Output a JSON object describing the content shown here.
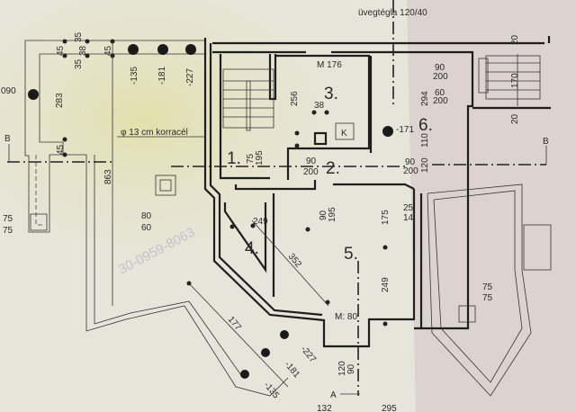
{
  "labels": {
    "glass_block": "üvegtégla 120/40",
    "rebar": "φ 13 cm korracél",
    "level_090": "090",
    "room_1": "1.",
    "room_2": "2.",
    "room_3": "3.",
    "room_4": "4.",
    "room_5": "5.",
    "room_6": "6.",
    "chimney": "K",
    "m176": "M 176",
    "m80": "M: 80",
    "section_b": "B",
    "section_a": "A",
    "watermark": "30-0959-8063"
  },
  "dimensions": {
    "d45a": "45",
    "d35a": "35",
    "d38a": "38",
    "d35b": "35",
    "d45b": "45",
    "lvl135": "-135",
    "lvl181": "-181",
    "lvl227": "-227",
    "d283": "283",
    "d45c": "45",
    "d863": "863",
    "door1_top": "75",
    "door1_bot": "195",
    "d256": "256",
    "d38b": "38",
    "lvl171": "-171",
    "door6a_top": "90",
    "door6a_bot": "200",
    "door6b_top": "60",
    "door6b_bot": "200",
    "d294": "294",
    "d110": "110",
    "d120": "120",
    "d20a": "20",
    "d170": "170",
    "d20b": "20",
    "door2_top": "90",
    "door2_bot": "200",
    "door3_top": "90",
    "door3_bot": "200",
    "win_top": "80",
    "win_bot": "60",
    "pillar_l_top": "75",
    "pillar_l_bot": "75",
    "d249a": "249",
    "door4_top": "90",
    "door4_bot": "195",
    "d352": "352",
    "d175": "175",
    "d249b": "249",
    "d25": "25",
    "d14": "14",
    "d177": "177",
    "lvl227b": "-227",
    "lvl181b": "-181",
    "lvl135b": "-135",
    "door5_top": "120",
    "door5_bot": "90",
    "d132": "132",
    "d295": "295",
    "pillar_r_top": "75",
    "pillar_r_bot": "75"
  }
}
